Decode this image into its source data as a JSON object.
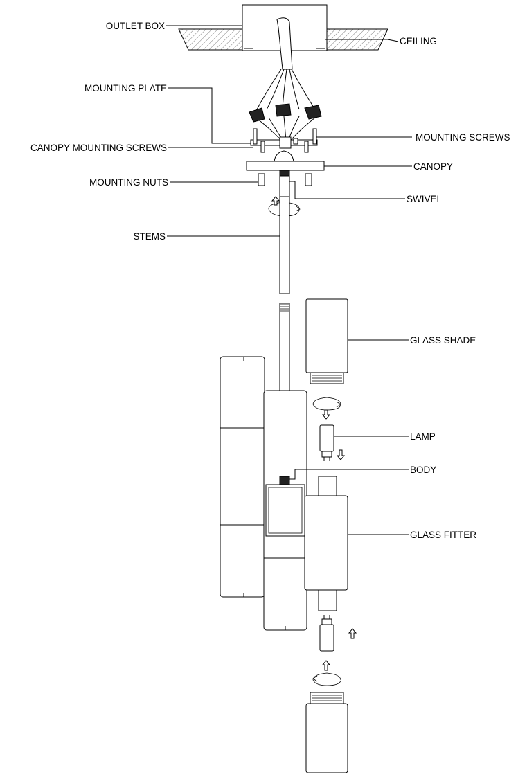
{
  "labels": {
    "outlet_box": "OUTLET BOX",
    "ceiling": "CEILING",
    "mounting_plate": "MOUNTING PLATE",
    "mounting_screws": "MOUNTING SCREWS",
    "canopy_mounting_screws": "CANOPY MOUNTING SCREWS",
    "canopy": "CANOPY",
    "mounting_nuts": "MOUNTING NUTS",
    "swivel": "SWIVEL",
    "stems": "STEMS",
    "glass_shade": "GLASS SHADE",
    "lamp": "LAMP",
    "body": "BODY",
    "glass_fitter": "GLASS FITTER"
  },
  "colors": {
    "line": "#000000",
    "background": "#ffffff",
    "hatch": "#555555"
  }
}
